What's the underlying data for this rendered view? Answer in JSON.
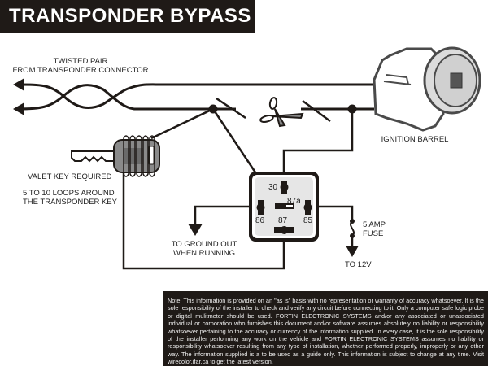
{
  "title": "TRANSPONDER BYPASS",
  "labels": {
    "twisted_pair_line1": "TWISTED PAIR",
    "twisted_pair_line2": "FROM TRANSPONDER CONNECTOR",
    "ignition_barrel": "IGNITION BARREL",
    "valet_key": "VALET KEY REQUIRED",
    "loops_line1": "5 TO 10 LOOPS AROUND",
    "loops_line2": "THE TRANSPONDER KEY",
    "ground_line1": "TO GROUND OUT",
    "ground_line2": "WHEN RUNNING",
    "fuse_line1": "5 AMP",
    "fuse_line2": "FUSE",
    "to_12v": "TO 12V"
  },
  "relay": {
    "pins": {
      "p30": "30",
      "p87a": "87a",
      "p86": "86",
      "p85": "85",
      "p87": "87"
    }
  },
  "icons": [
    "scissors-icon",
    "key-icon",
    "ignition-barrel-icon",
    "relay-icon",
    "fuse-icon",
    "ground-arrow-icon"
  ],
  "colors": {
    "title_bg": "#1f1a17",
    "wire": "#1f1a17",
    "relay_fill": "#e6e6e6",
    "note_bg": "#1f1a17"
  },
  "note": "Note: This information is provided on an \"as is\" basis with no representation or warranty of accuracy whatsoever. It is the sole responsibility of the installer to check and verify any circuit before connecting to it. Only a computer safe logic probe or digital mulitmeter should be used. FORTIN ELECTRONIC SYSTEMS and/or any associated or unassociated individual or corporation who furnishes this document and/or software assumes absolutely no liability or responsibility whatsoever pertaining to the accuracy or currency of the information supplied. In every case, it is the sole responsibility of the installer performing any work on the vehicle and FORTIN ELECTRONIC SYSTEMS assumes no liability or responsibility whatsoever resulting from any type of installation, whether performed properly, improperly or any other way. The information supplied is a to be used as a guide only. This information is subject to change at any time. Visit wirecolor.ifar.ca to get the latest version."
}
